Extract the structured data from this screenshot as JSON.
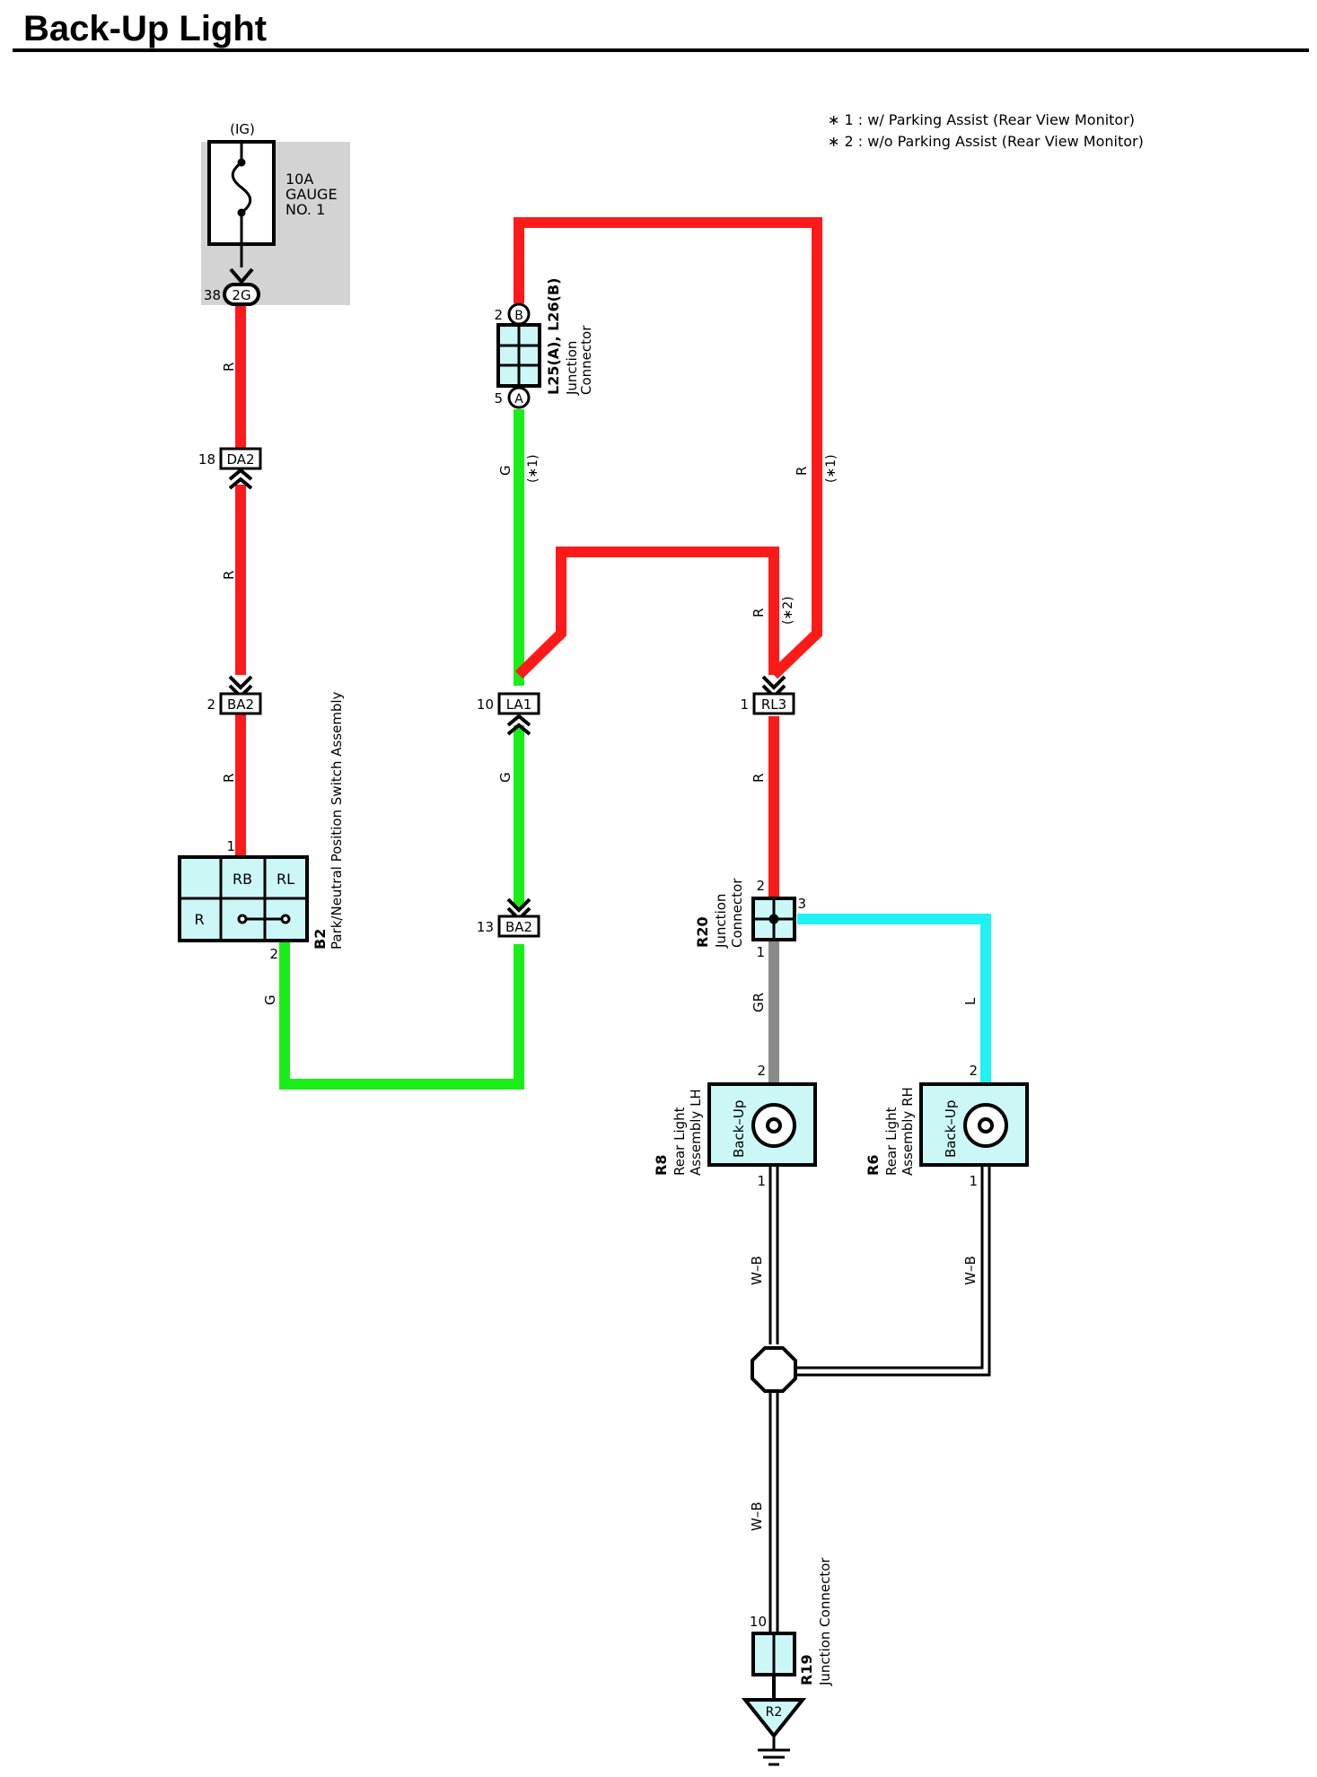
{
  "title": "Back-Up Light",
  "notes": [
    "∗ 1 : w/ Parking Assist (Rear View Monitor)",
    "∗ 2 : w/o Parking Assist (Rear View Monitor)"
  ],
  "colors": {
    "R": "#ff1a1a",
    "G": "#19ee19",
    "L": "#1ff1f5",
    "GR": "#8a8a8a",
    "component_fill": "#ccf7f7",
    "fuse_box_fill": "#d3d3d3"
  },
  "fuse": {
    "power": "(IG)",
    "rating": "10A",
    "name_line1": "GAUGE",
    "name_line2": "NO. 1",
    "terminal": "38",
    "connector": "2G"
  },
  "connectors": {
    "DA2": {
      "id": "DA2",
      "pin": "18"
    },
    "BA2_top": {
      "id": "BA2",
      "pin": "2"
    },
    "LA1": {
      "id": "LA1",
      "pin": "10"
    },
    "BA2_bottom": {
      "id": "BA2",
      "pin": "13"
    },
    "RL3": {
      "id": "RL3",
      "pin": "1"
    }
  },
  "junction_L25": {
    "code": "L25(A), L26(B)",
    "name_line1": "Junction",
    "name_line2": "Connector",
    "pin_top": "2",
    "socket_top": "B",
    "pin_bottom": "5",
    "socket_bottom": "A"
  },
  "switch_B2": {
    "code": "B2",
    "name": "Park/Neutral Position Switch Assembly",
    "cells": [
      "RB",
      "RL",
      "R"
    ],
    "pin_in": "1",
    "pin_out": "2"
  },
  "junction_R20": {
    "code": "R20",
    "name_line1": "Junction",
    "name_line2": "Connector",
    "pin_in": "2",
    "pin_out1": "1",
    "pin_out2": "3"
  },
  "lamp_R8": {
    "code": "R8",
    "name_line1": "Rear Light",
    "name_line2": "Assembly LH",
    "function": "Back–Up",
    "pin_top": "2",
    "pin_bottom": "1"
  },
  "lamp_R6": {
    "code": "R6",
    "name_line1": "Rear Light",
    "name_line2": "Assembly RH",
    "function": "Back–Up",
    "pin_top": "2",
    "pin_bottom": "1"
  },
  "junction_R19": {
    "code": "R19",
    "name": "Junction Connector",
    "pin": "10"
  },
  "ground": {
    "id": "R2"
  },
  "wire_labels": {
    "r1": "R",
    "r2": "R",
    "r3": "R",
    "g1": "G",
    "g1_note": "(∗1)",
    "r_right": "R",
    "r_right_note": "(∗1)",
    "r_mid": "R",
    "r_mid_note": "(∗2)",
    "g2": "G",
    "g3": "G",
    "r_rl3": "R",
    "gr": "GR",
    "l": "L",
    "wb1": "W–B",
    "wb2": "W–B",
    "wb3": "W–B"
  }
}
